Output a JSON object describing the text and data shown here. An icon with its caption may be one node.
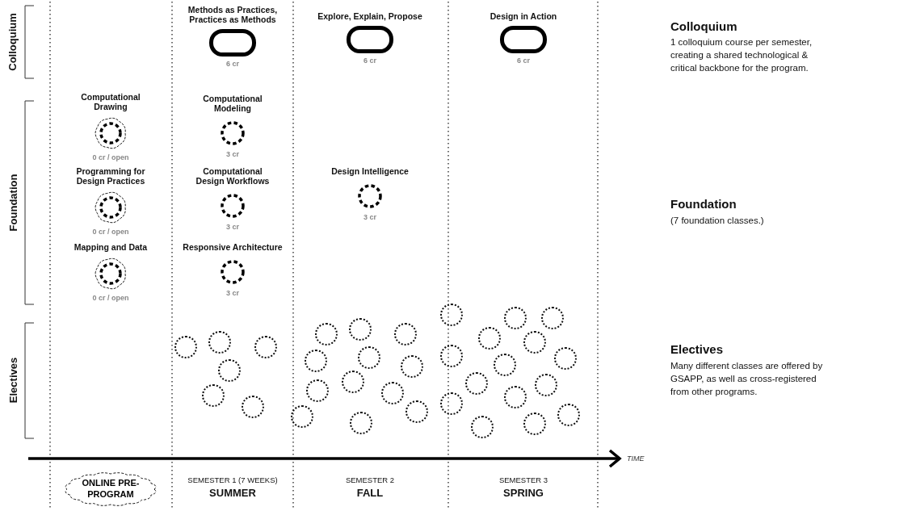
{
  "diagram": {
    "nodes": [
      {
        "text": [
          "Methods as Practices, Practices as Methods"
        ],
        "beside": [
          "6 cr"
        ]
      },
      {
        "text": [
          "Explore, Explain, Propose"
        ],
        "beside": [
          "6 cr"
        ]
      },
      {
        "text": [
          "Design in Action"
        ],
        "beside": [
          "6 cr"
        ]
      },
      {
        "text": [
          "Computational Drawing"
        ],
        "beside": [
          "0 cr / open"
        ]
      },
      {
        "text": [
          "Computational Modeling"
        ],
        "beside": [
          "3 cr"
        ]
      },
      {
        "text": [
          "Programming for Design Practices"
        ],
        "beside": [
          "0 cr / open"
        ]
      },
      {
        "text": [
          "Computational Design Workflows"
        ],
        "beside": [
          "3 cr"
        ]
      },
      {
        "text": [
          "Design Intelligence"
        ],
        "beside": [
          "3 cr"
        ]
      },
      {
        "text": [
          "Mapping and Data"
        ],
        "beside": [
          "0 cr / open"
        ]
      },
      {
        "text": [
          "Responsive Architecture"
        ],
        "beside": [
          "3 cr"
        ]
      },
      {
        "text": [],
        "shape": "circle"
      },
      {
        "text": [],
        "shape": "circle"
      },
      {
        "text": [],
        "shape": "circle"
      },
      {
        "text": [],
        "shape": "circle"
      },
      {
        "text": [],
        "shape": "circle"
      },
      {
        "text": [],
        "shape": "circle"
      },
      {
        "text": [],
        "shape": "circle"
      },
      {
        "text": [],
        "shape": "circle"
      },
      {
        "text": [],
        "shape": "circle"
      },
      {
        "text": [],
        "shape": "circle"
      },
      {
        "text": [],
        "shape": "circle"
      },
      {
        "text": [],
        "shape": "circle"
      },
      {
        "text": [],
        "shape": "circle"
      },
      {
        "text": [],
        "shape": "circle"
      },
      {
        "text": [],
        "shape": "circle"
      },
      {
        "text": [],
        "shape": "circle"
      },
      {
        "text": [],
        "shape": "circle"
      },
      {
        "text": [],
        "shape": "circle"
      },
      {
        "text": [],
        "shape": "circle"
      },
      {
        "text": [],
        "shape": "circle"
      },
      {
        "text": [],
        "shape": "circle"
      },
      {
        "text": [],
        "shape": "circle"
      },
      {
        "text": [],
        "shape": "circle"
      },
      {
        "text": [],
        "shape": "circle"
      },
      {
        "text": [],
        "shape": "circle"
      },
      {
        "text": [],
        "shape": "circle"
      },
      {
        "text": [],
        "shape": "circle"
      },
      {
        "text": [],
        "shape": "circle"
      },
      {
        "text": [],
        "shape": "circle"
      },
      {
        "text": [],
        "shape": "circle"
      },
      {
        "text": [],
        "shape": "circle"
      },
      {
        "text": [],
        "shape": "circle"
      },
      {
        "text": [],
        "shape": "circle"
      },
      {
        "text": [
          "ONLINE PRE-PROGRAM"
        ]
      }
    ],
    "labels": [
      "Colloquium",
      "Colloquium",
      "1 colloquium course per semester, creating a shared technological & critical backbone for the program.",
      "Foundation",
      "Foundation",
      "(7 foundation classes.)",
      "Electives",
      "Electives",
      "Many different classes are offered by GSAPP, as well as cross-registered from other programs.",
      "TIME",
      "SEMESTER 1 (7 WEEKS)",
      "SUMMER",
      "SEMESTER 2",
      "FALL",
      "SEMESTER 3",
      "SPRING"
    ]
  }
}
